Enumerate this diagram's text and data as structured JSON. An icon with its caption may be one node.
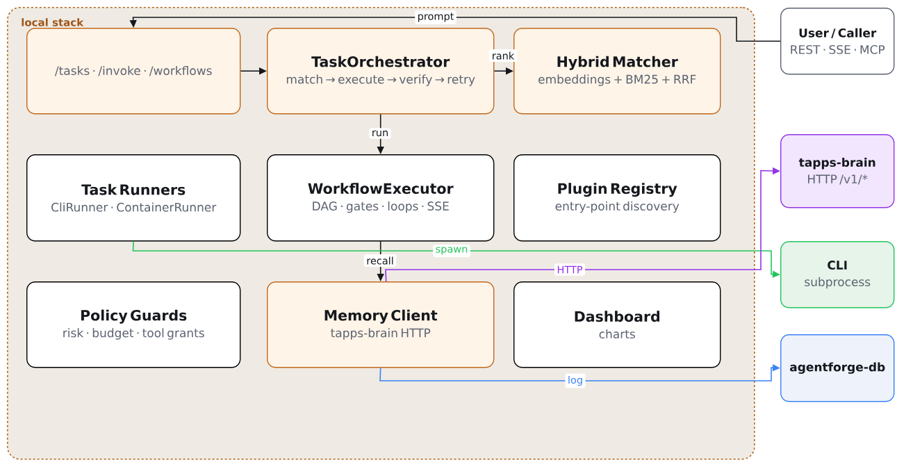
{
  "diagram": {
    "nodes": [
      {
        "text": [
          "local stack"
        ]
      },
      {
        "text": [
          "/tasks · /invoke · /workflows"
        ],
        "in": 0
      },
      {
        "text": [
          "TaskOrchestrator",
          "match → execute → verify → retry"
        ],
        "in": 0
      },
      {
        "text": [
          "Hybrid Matcher",
          "embeddings + BM25 + RRF"
        ],
        "in": 0
      },
      {
        "text": [
          "Task Runners",
          "CliRunner · ContainerRunner"
        ],
        "in": 0
      },
      {
        "text": [
          "WorkflowExecutor",
          "DAG · gates · loops · SSE"
        ],
        "in": 0
      },
      {
        "text": [
          "Plugin Registry",
          "entry-point discovery"
        ],
        "in": 0
      },
      {
        "text": [
          "Policy Guards",
          "risk · budget · tool grants"
        ],
        "in": 0
      },
      {
        "text": [
          "Memory Client",
          "tapps-brain HTTP"
        ],
        "in": 0
      },
      {
        "text": [
          "Dashboard",
          "charts"
        ],
        "in": 0
      },
      {
        "text": [
          "User / Caller",
          "REST · SSE · MCP"
        ]
      },
      {
        "text": [
          "tapps-brain",
          "HTTP /v1/*"
        ]
      },
      {
        "text": [
          "CLI",
          "subprocess"
        ]
      },
      {
        "text": [
          "agentforge-db"
        ]
      }
    ],
    "edges": [
      {
        "from": 10,
        "to": 1,
        "arrow": "to",
        "label": "prompt"
      },
      {
        "from": 1,
        "to": 2,
        "arrow": "to"
      },
      {
        "from": 2,
        "to": 3,
        "arrow": "to",
        "label": "rank"
      },
      {
        "from": 2,
        "to": 5,
        "arrow": "to",
        "label": "run"
      },
      {
        "from": 5,
        "to": 8,
        "arrow": "to",
        "label": "recall"
      },
      {
        "from": 4,
        "to": 12,
        "arrow": "to",
        "label": "spawn",
        "color": "#22c55e"
      },
      {
        "from": 8,
        "to": 11,
        "arrow": "to",
        "label": "HTTP",
        "color": "#9333ea"
      },
      {
        "from": 8,
        "to": 13,
        "arrow": "to",
        "label": "log",
        "color": "#3b82f6"
      }
    ]
  }
}
